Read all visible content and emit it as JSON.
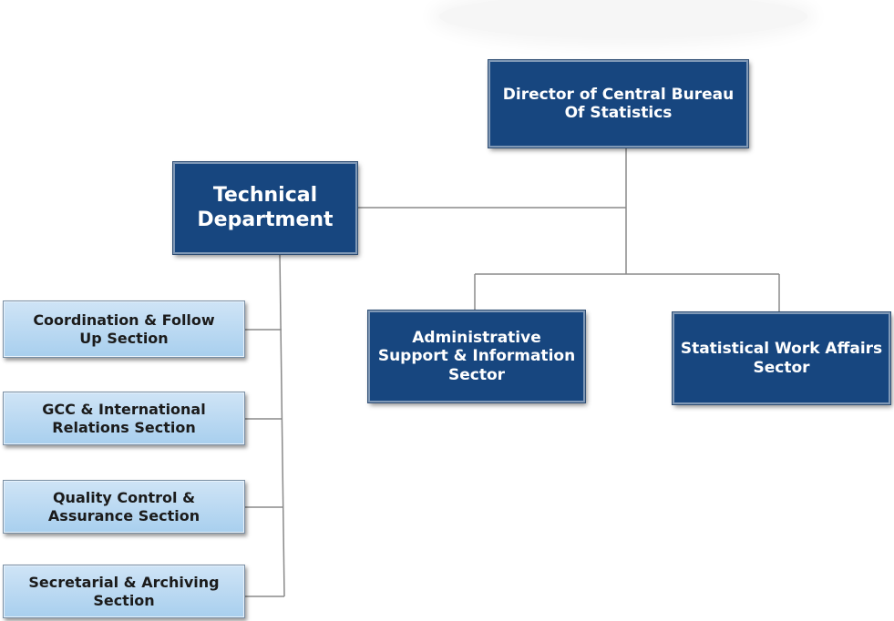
{
  "org_chart": {
    "director": "Director of Central Bureau\nOf Statistics",
    "technical_department": "Technical\nDepartment",
    "sectors": [
      "Administrative\nSupport & Information\nSector",
      "Statistical Work Affairs\nSector"
    ],
    "sections": [
      "Coordination & Follow\nUp Section",
      "GCC & International\nRelations Section",
      "Quality Control &\nAssurance Section",
      "Secretarial & Archiving\nSection"
    ]
  },
  "colors": {
    "dark_box": "#17467f",
    "light_box": "#a8cfee",
    "connector": "#8a8a8a"
  }
}
